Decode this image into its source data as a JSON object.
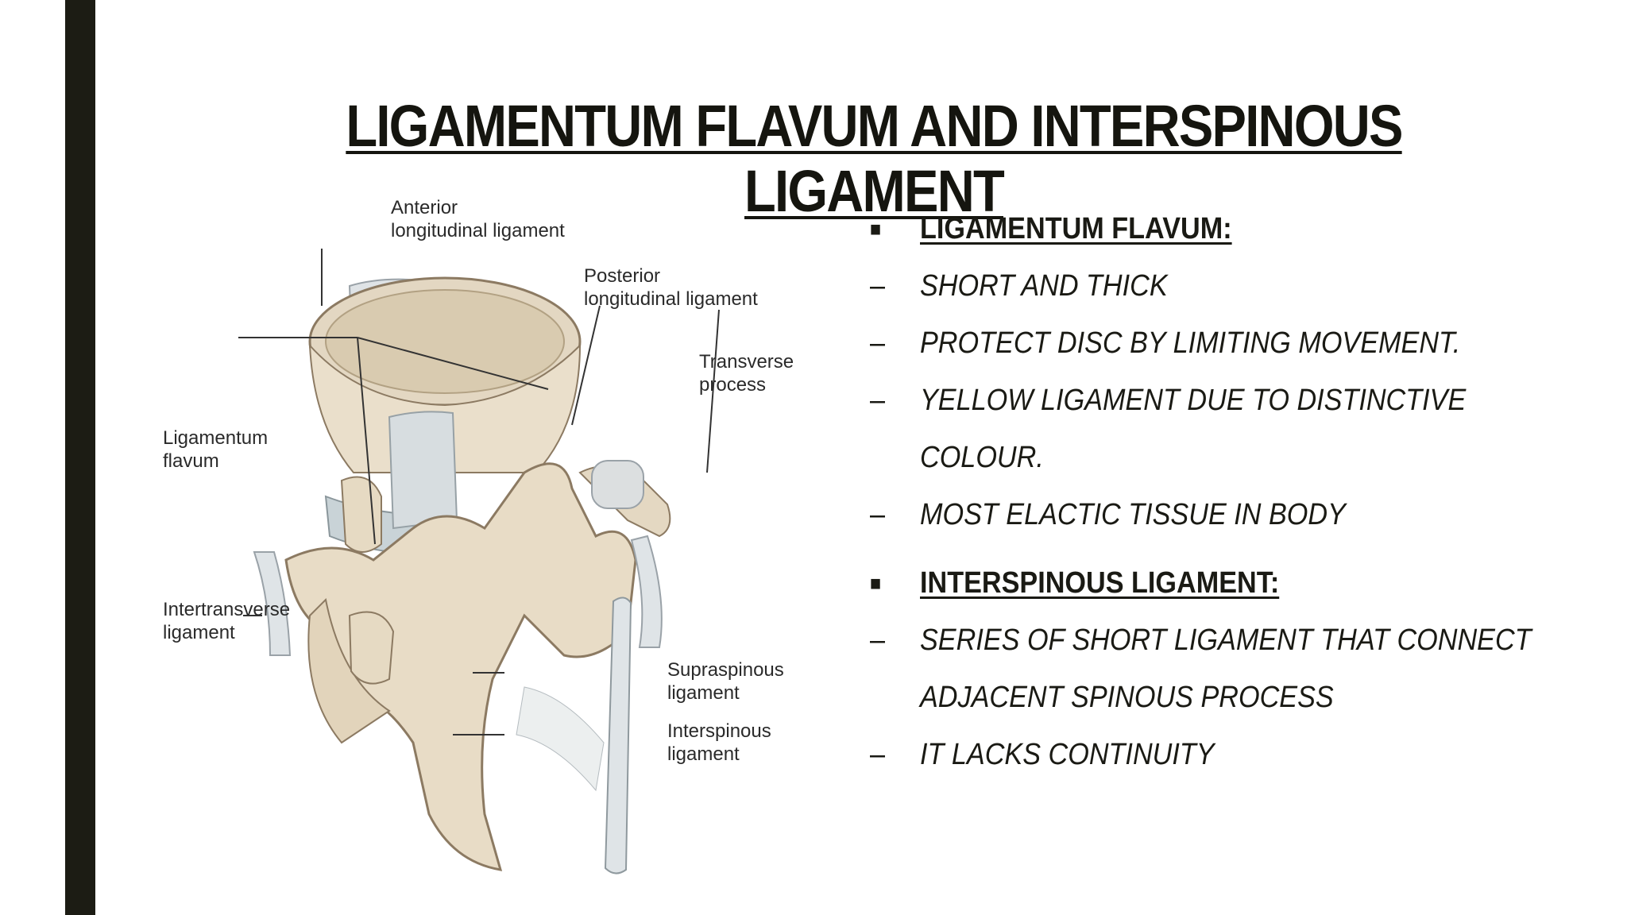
{
  "slide": {
    "title": "LIGAMENTUM FLAVUM AND INTERSPINOUS LIGAMENT"
  },
  "figure": {
    "labels": {
      "anterior_1": "Anterior",
      "anterior_2": "longitudinal ligament",
      "posterior_1": "Posterior",
      "posterior_2": "longitudinal ligament",
      "transverse_1": "Transverse",
      "transverse_2": "process",
      "flavum_1": "Ligamentum",
      "flavum_2": "flavum",
      "intertransverse_1": "Intertransverse",
      "intertransverse_2": "ligament",
      "supraspinous_1": "Supraspinous",
      "supraspinous_2": "ligament",
      "interspinous_1": "Interspinous",
      "interspinous_2": "ligament"
    }
  },
  "content": {
    "head_marker": "■",
    "sub_marker": "–",
    "flavum_heading": "LIGAMENTUM FLAVUM:",
    "flavum_points": [
      "SHORT AND THICK",
      "PROTECT DISC BY LIMITING MOVEMENT.",
      "YELLOW LIGAMENT DUE TO DISTINCTIVE COLOUR.",
      "MOST ELACTIC TISSUE IN BODY"
    ],
    "interspinous_heading": "INTERSPINOUS LIGAMENT:",
    "interspinous_points": [
      "SERIES OF SHORT LIGAMENT THAT CONNECT ADJACENT SPINOUS PROCESS",
      "IT LACKS CONTINUITY"
    ]
  }
}
